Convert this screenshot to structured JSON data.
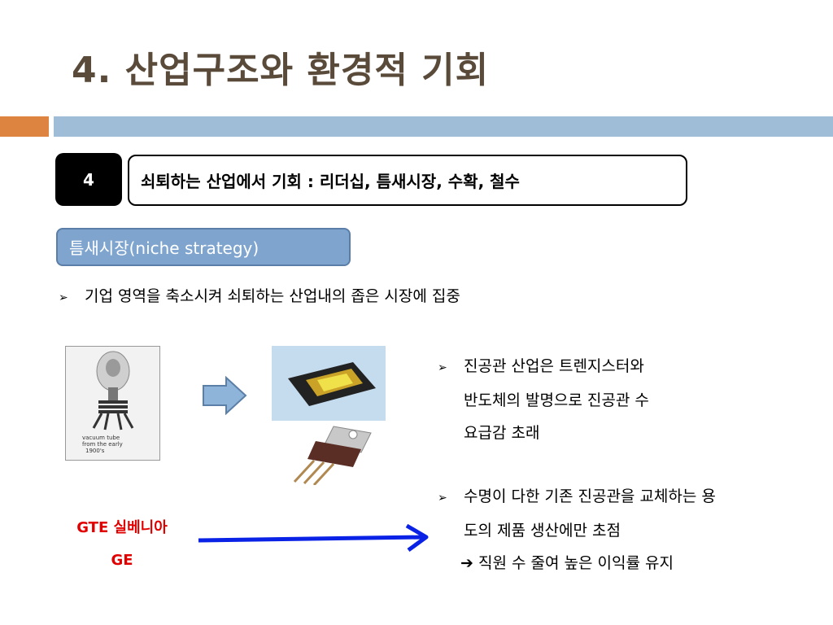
{
  "slide": {
    "title": "4. 산업구조와 환경적 기회",
    "number_badge": "4",
    "heading": "쇠퇴하는 산업에서 기회 : 리더십, 틈새시장, 수확, 철수",
    "niche_label": "틈새시장(niche strategy)",
    "bullet_main": "기업 영역을 축소시켜 쇠퇴하는 산업내의 좁은 시장에 집중",
    "right_bullet_1": [
      "진공관 산업은 트렌지스터와",
      "반도체의 발명으로 진공관 수",
      "요급감 초래"
    ],
    "right_bullet_2": [
      "수명이 다한 기존 진공관을 교체하는 용",
      "도의 제품 생산에만 초점"
    ],
    "right_bullet_2_sub": "직원 수 줄여 높은 이익률 유지",
    "tube_caption": [
      "vacuum tube",
      "from the early",
      "1900's"
    ],
    "companies": [
      "GTE 실베니아",
      "GE"
    ],
    "colors": {
      "title": "#5a4a3a",
      "accent_orange": "#dd8440",
      "accent_blue": "#9fbdd6",
      "niche_box": "#7fa5cf",
      "company_red": "#e00000",
      "arrow_blue": "#0a22e6"
    }
  }
}
